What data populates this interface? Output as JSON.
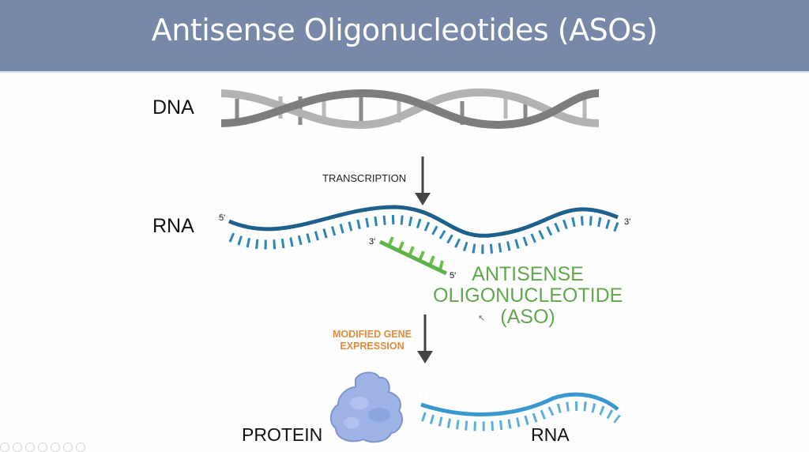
{
  "slide": {
    "title": "Antisense Oligonucleotides (ASOs)",
    "labels": {
      "dna": "DNA",
      "rna_top": "RNA",
      "transcription": "TRANSCRIPTION",
      "rna_5prime": "5'",
      "rna_3prime": "3'",
      "aso_3prime": "3'",
      "aso_5prime": "5'",
      "aso_line1": "ANTISENSE",
      "aso_line2": "OLIGONUCLEOTIDE",
      "aso_line3": "(ASO)",
      "modified_line1": "MODIFIED GENE",
      "modified_line2": "EXPRESSION",
      "protein": "PROTEIN",
      "rna_bottom": "RNA"
    },
    "colors": {
      "header_bg": "#7788a8",
      "rna_dark": "#1f5f8b",
      "rna_bases": "#2b86b8",
      "aso_green": "#5fa84e",
      "orange": "#e08a3c",
      "protein": "#9fb4e6",
      "rna_light": "#3a98d0"
    },
    "toolbar_icons": [
      "circle-icon",
      "info-icon",
      "pen-icon",
      "copy-icon",
      "zoom-icon",
      "notes-icon",
      "more-icon"
    ]
  }
}
